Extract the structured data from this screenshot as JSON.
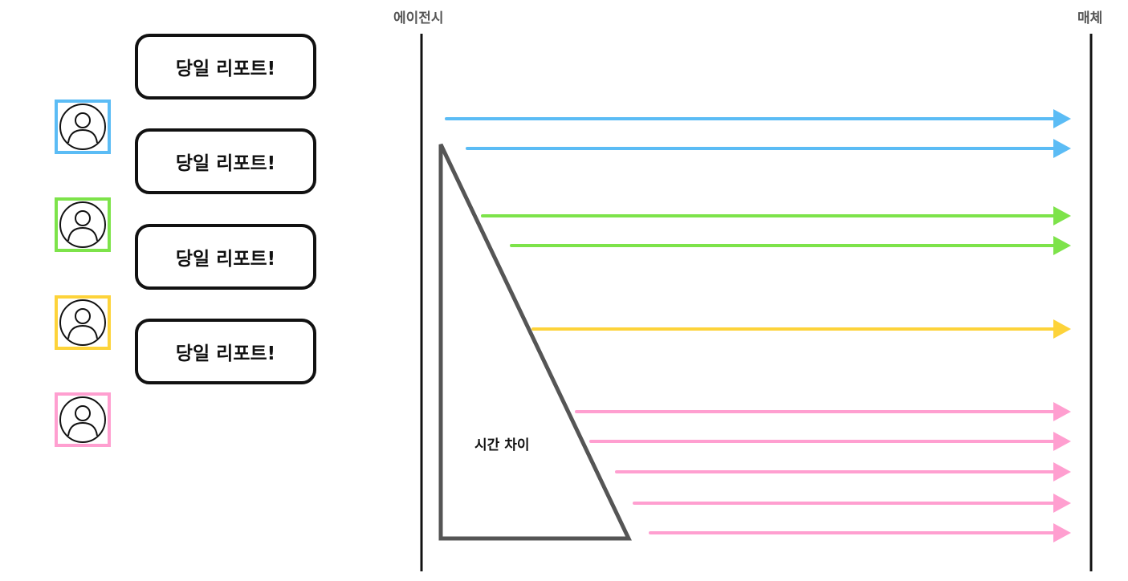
{
  "columns": {
    "agency": "에이전시",
    "media": "매체"
  },
  "reports": [
    {
      "text": "당일 리포트!",
      "color": "#5bbcf5"
    },
    {
      "text": "당일 리포트!",
      "color": "#7de34a"
    },
    {
      "text": "당일 리포트!",
      "color": "#fdd33a"
    },
    {
      "text": "당일 리포트!",
      "color": "#ff9fd0"
    }
  ],
  "time_difference_label": "시간 차이",
  "arrows": [
    {
      "color": "#5bbcf5"
    },
    {
      "color": "#5bbcf5"
    },
    {
      "color": "#7de34a"
    },
    {
      "color": "#7de34a"
    },
    {
      "color": "#fdd33a"
    },
    {
      "color": "#ff9fd0"
    },
    {
      "color": "#ff9fd0"
    },
    {
      "color": "#ff9fd0"
    },
    {
      "color": "#ff9fd0"
    },
    {
      "color": "#ff9fd0"
    }
  ],
  "colors": {
    "line": "#111111",
    "triangle": "#555555",
    "label_gray": "#555555"
  }
}
